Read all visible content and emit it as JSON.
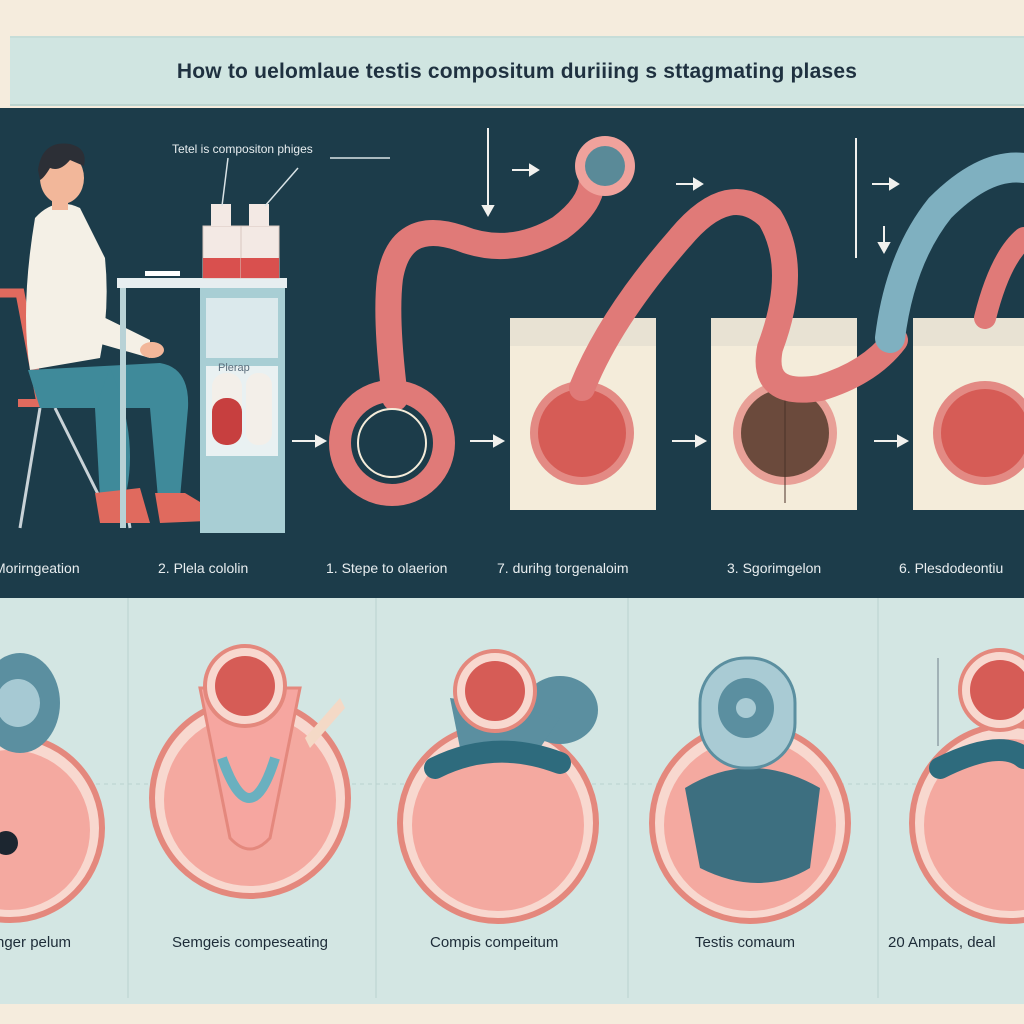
{
  "title": "How to uelomlaue testis compositum duriiing s sttagmating plases",
  "callout_label": "Tetel is compositon phiges",
  "flask_label": "Plerap",
  "top_captions": [
    {
      "text": "Morirngeation"
    },
    {
      "text": "2.  Plela cololin"
    },
    {
      "text": "1.  Stepe to olaerion"
    },
    {
      "text": "7.    durihg torgenaloim"
    },
    {
      "text": "3.   Sgorimgelon"
    },
    {
      "text": "6.     Plesdodeontiu"
    }
  ],
  "bottom_captions": [
    {
      "text": "nger pelum"
    },
    {
      "text": "Semgeis compeseating"
    },
    {
      "text": "Compis compeitum"
    },
    {
      "text": "Testis comaum"
    },
    {
      "text": "20  Ampats, deal"
    }
  ],
  "colors": {
    "dark_panel": "#1c3c4a",
    "tube_red": "#e07a78",
    "tube_blue": "#7fb0c0",
    "tissue_pink": "#f4a9a0",
    "teal": "#3f8a9a",
    "background": "#f5ecdd"
  }
}
